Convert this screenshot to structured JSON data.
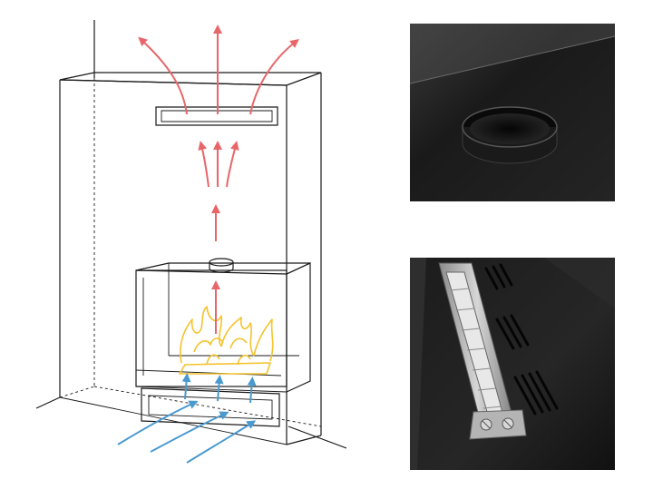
{
  "colors": {
    "hot_air": "#e8666a",
    "cool_air": "#4a9ad0",
    "flame": "#f4c32c",
    "outline": "#1a1a1a",
    "photo_dark": "#1e1e1e"
  },
  "panels": [
    {
      "name": "airflow-diagram",
      "subject": "fireplace-convection"
    },
    {
      "name": "photo-round-vent",
      "subject": "round-flue-collar"
    },
    {
      "name": "photo-burner-slot",
      "subject": "linear-burner-with-vent-slots"
    }
  ],
  "burner_controls": {
    "knob_count": 2
  }
}
